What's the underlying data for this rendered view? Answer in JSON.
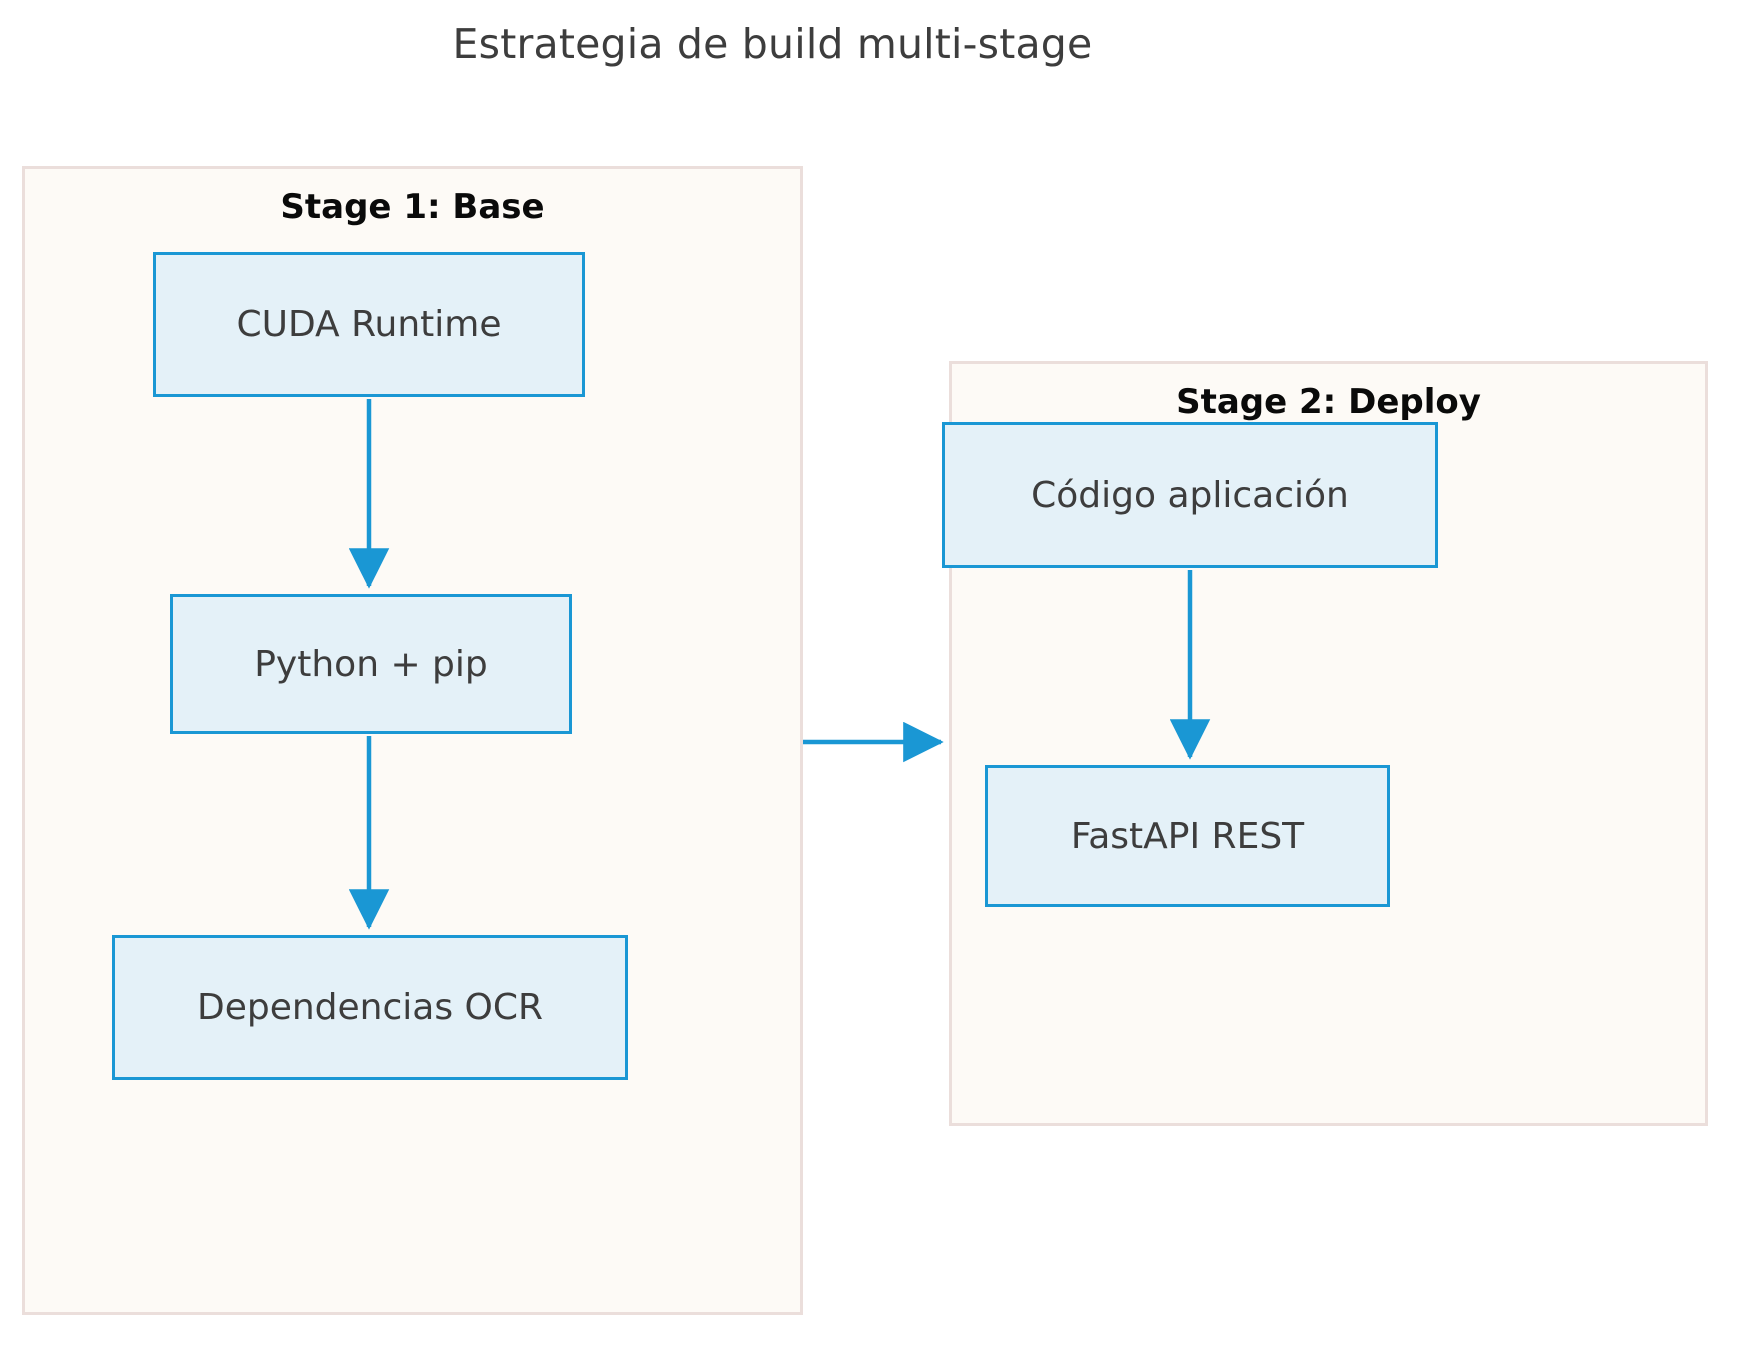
{
  "diagram": {
    "title": "Estrategia de build multi-stage",
    "type": "flowchart",
    "colors": {
      "page_background": "#ffffff",
      "container_fill": "#fdfaf6",
      "container_border": "#ebdedb",
      "node_fill": "#e4f1f8",
      "node_border": "#1a97d4",
      "node_text": "#3d3d3d",
      "title_text": "#3d3d3d",
      "stage_label_text": "#0a0a0a",
      "arrow": "#1a97d4"
    },
    "containers": [
      {
        "id": "stage1",
        "label": "Stage 1: Base",
        "nodes": [
          "CUDA Runtime",
          "Python + pip",
          "Dependencias OCR"
        ]
      },
      {
        "id": "stage2",
        "label": "Stage 2: Deploy",
        "nodes": [
          "Código aplicación",
          "FastAPI REST"
        ]
      }
    ],
    "nodes": {
      "cuda_runtime": "CUDA Runtime",
      "python_pip": "Python + pip",
      "dependencias_ocr": "Dependencias OCR",
      "codigo_aplicacion": "Código aplicación",
      "fastapi_rest": "FastAPI REST"
    },
    "edges": [
      {
        "from": "CUDA Runtime",
        "to": "Python + pip",
        "direction": "down",
        "label": ""
      },
      {
        "from": "Python + pip",
        "to": "Dependencias OCR",
        "direction": "down",
        "label": ""
      },
      {
        "from": "Stage 1: Base",
        "to": "Stage 2: Deploy",
        "direction": "right",
        "label": ""
      },
      {
        "from": "Código aplicación",
        "to": "FastAPI REST",
        "direction": "down",
        "label": ""
      }
    ]
  }
}
